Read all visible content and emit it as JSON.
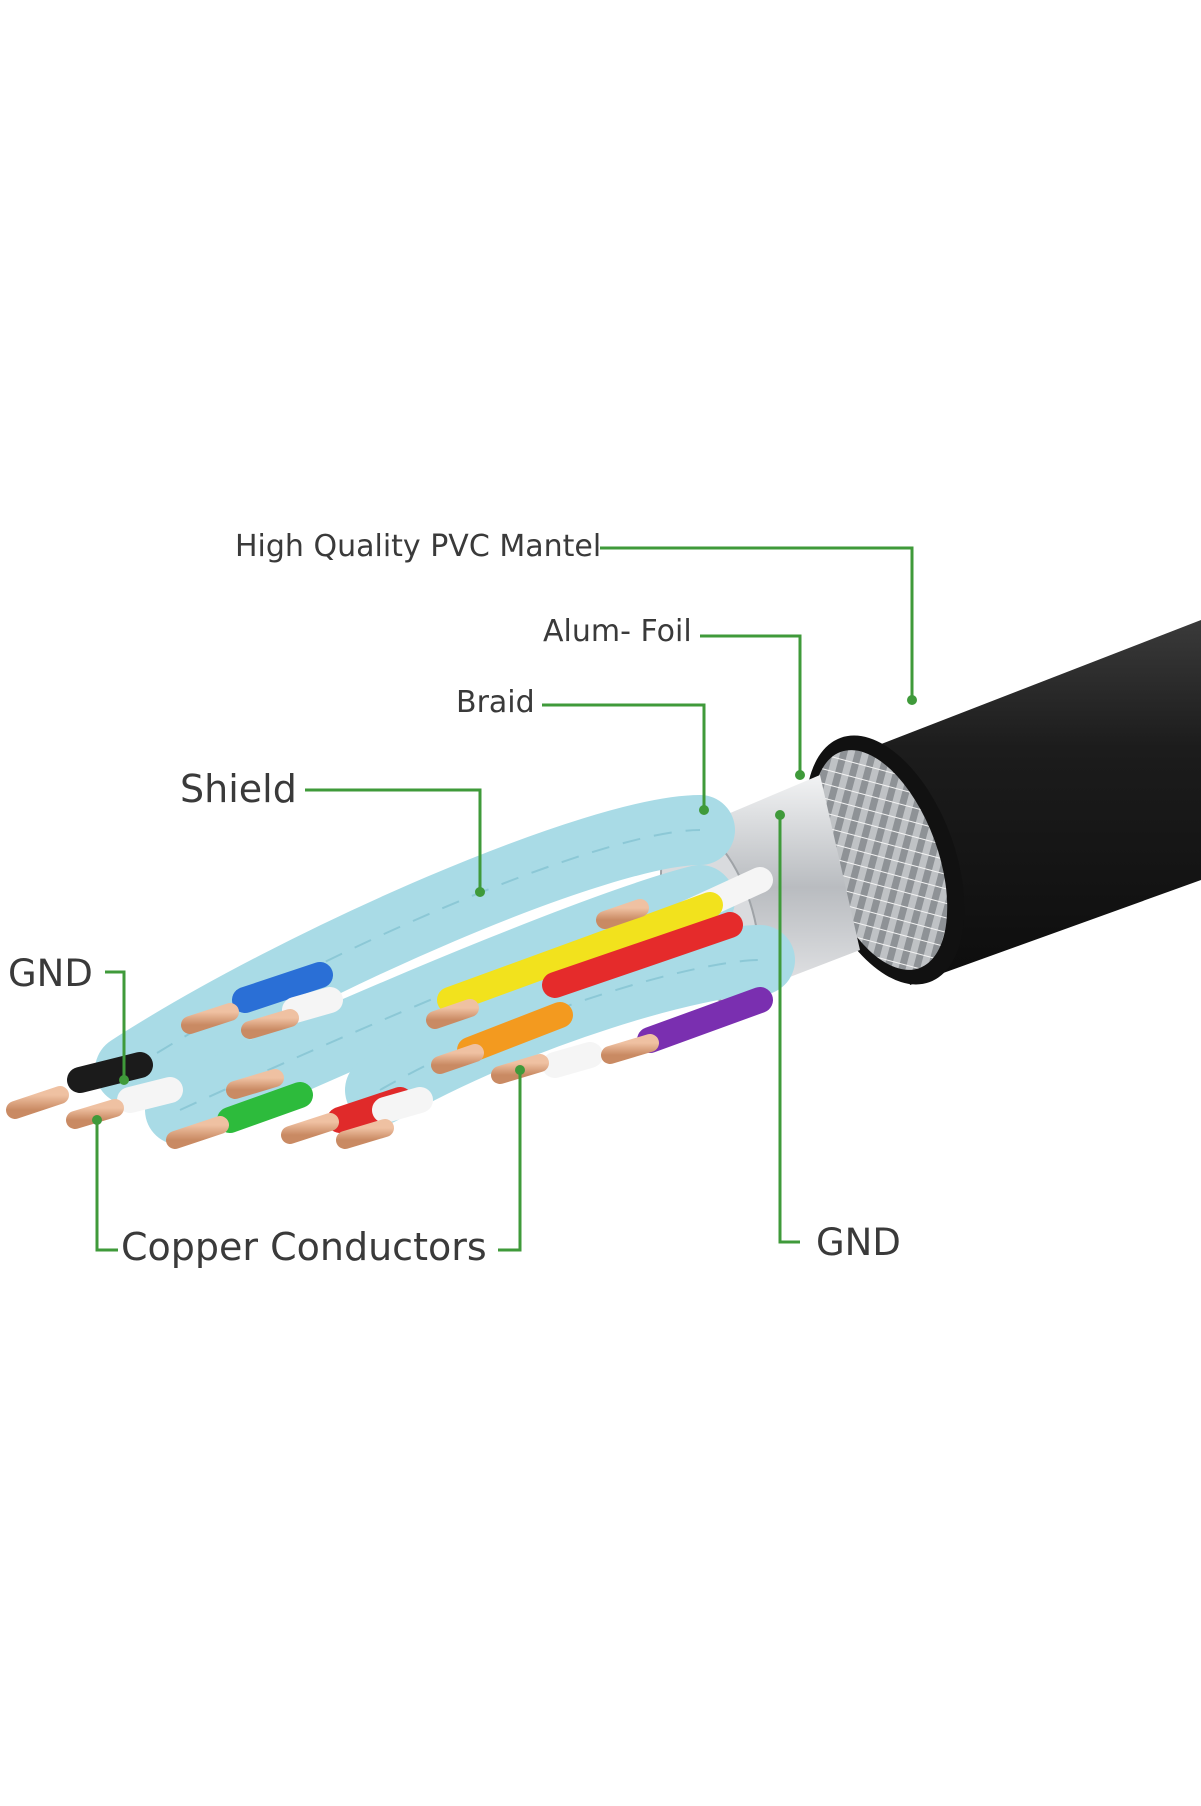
{
  "labels": {
    "pvc_mantel": "High Quality PVC Mantel",
    "alum_foil": "Alum- Foil",
    "braid": "Braid",
    "shield": "Shield",
    "gnd_left": "GND",
    "copper_conductors": "Copper Conductors",
    "gnd_right": "GND"
  },
  "colors": {
    "leader_line": "#3f9a3a",
    "jacket": "#1c1c1c",
    "shield_foil": "#a9dbe6",
    "copper": "#d99a75",
    "silver": "#c9ccd0"
  },
  "icons": [
    "cable-cross-section-illustration"
  ]
}
